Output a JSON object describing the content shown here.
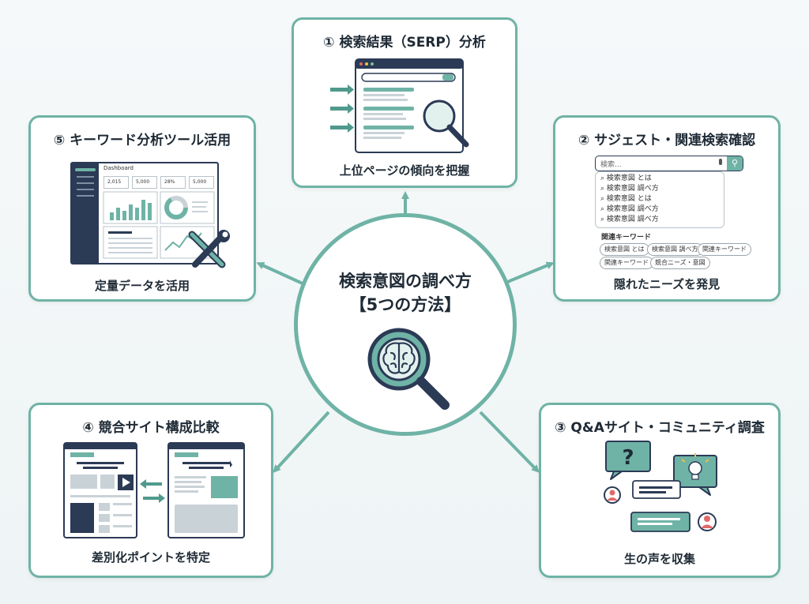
{
  "colors": {
    "accent": "#6fb3a6",
    "accent_dark": "#4f9a8c",
    "navy": "#2b3a55",
    "text": "#1e2a35"
  },
  "center": {
    "line1": "検索意図の調べ方",
    "line2": "【5つの方法】",
    "icon": "brain-magnifier-icon"
  },
  "cards": {
    "serp": {
      "title": "① 検索結果（SERP）分析",
      "caption": "上位ページの傾向を把握"
    },
    "suggest": {
      "title": "② サジェスト・関連検索確認",
      "caption": "隠れたニーズを発見"
    },
    "qa": {
      "title": "③ Q&Aサイト・コミュニティ調査",
      "caption": "生の声を収集"
    },
    "compare": {
      "title": "④ 競合サイト構成比較",
      "caption": "差別化ポイントを特定"
    },
    "tool": {
      "title": "⑤ キーワード分析ツール活用",
      "caption": "定量データを活用"
    }
  },
  "suggest_ui": {
    "search_placeholder": "検索...",
    "suggestions": [
      "検索意図 とは",
      "検索意図 調べ方",
      "検索意図 とは",
      "検索意図 調べ方",
      "検索意図 調べ方"
    ],
    "related_label": "関連キーワード",
    "related_pills": [
      "検索意図 とは",
      "検索意図 調べ方",
      "関連キーワード",
      "関連キーワード",
      "競合ニーズ・意図"
    ]
  },
  "dashboard_ui": {
    "title": "Dashboard",
    "kpis": [
      "2,015",
      "5,000",
      "28%",
      "5,000"
    ]
  }
}
